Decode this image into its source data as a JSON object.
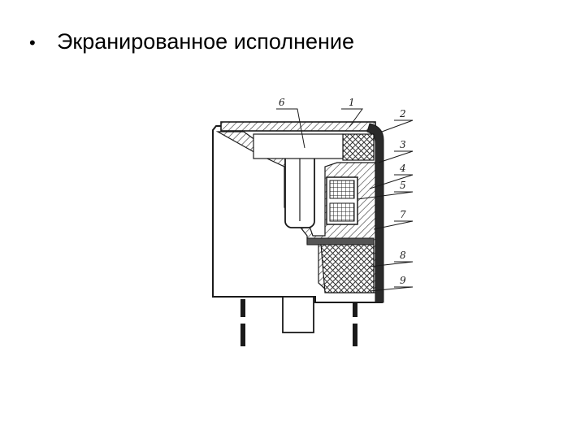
{
  "slide": {
    "bullet": "•",
    "title": "Экранированное исполнение"
  },
  "diagram": {
    "callouts": [
      "6",
      "1",
      "2",
      "3",
      "4",
      "5",
      "7",
      "8",
      "9"
    ],
    "colors": {
      "ink": "#1a1a1a",
      "paper": "#ffffff"
    }
  }
}
